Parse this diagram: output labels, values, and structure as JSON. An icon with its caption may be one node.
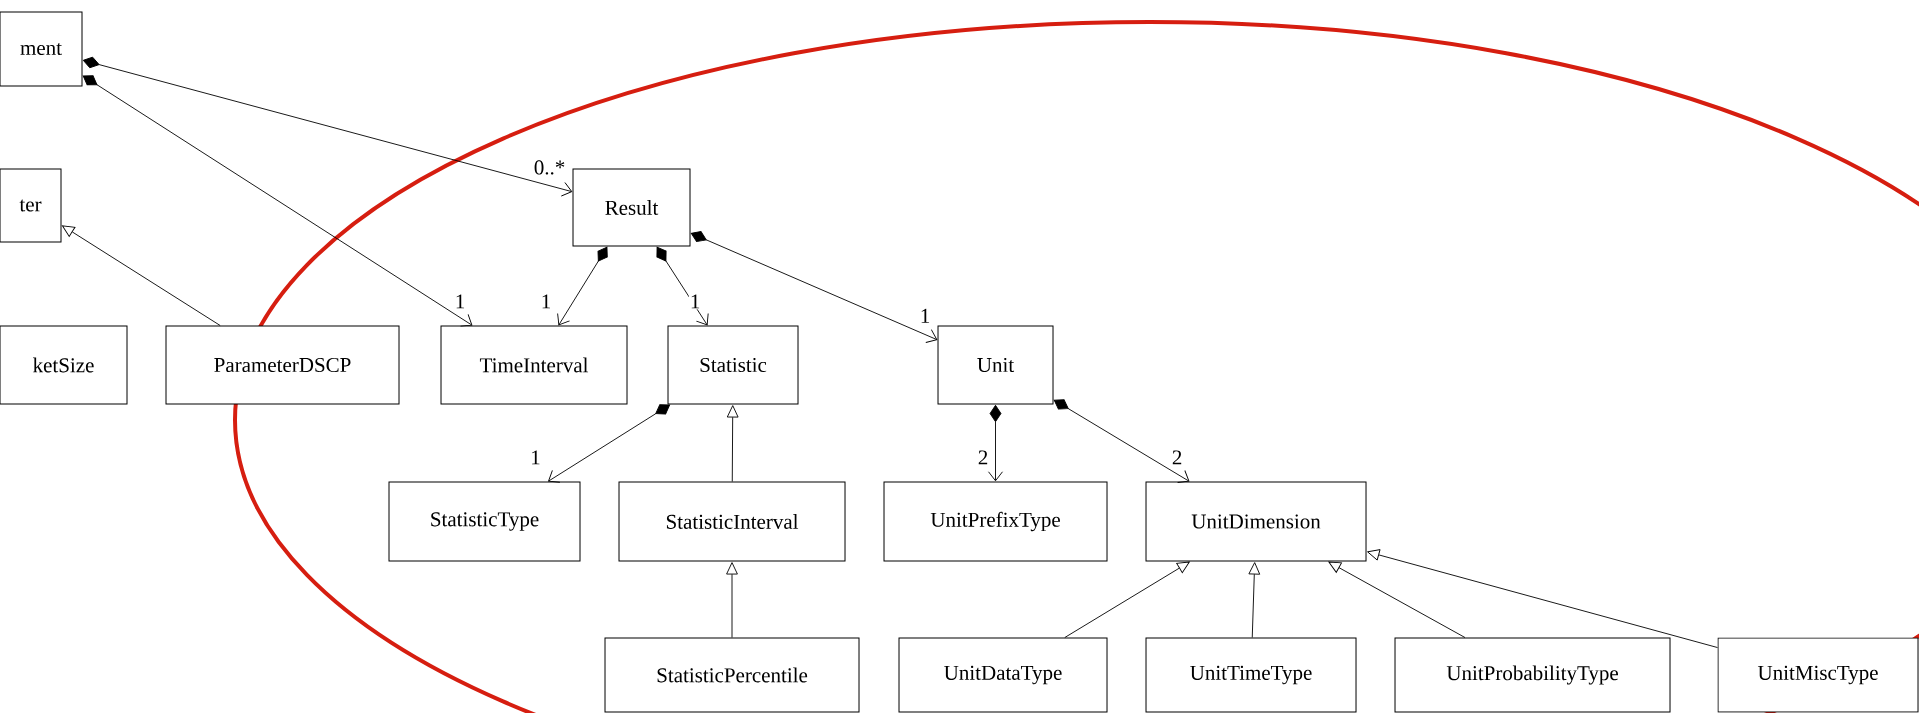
{
  "diagram": {
    "nodes": [
      {
        "text": [
          "ment"
        ]
      },
      {
        "text": [
          "ter"
        ]
      },
      {
        "text": [
          "ketSize"
        ]
      },
      {
        "text": [
          "ParameterDSCP"
        ]
      },
      {
        "text": [
          "TimeInterval"
        ]
      },
      {
        "text": [
          "Result"
        ]
      },
      {
        "text": [
          "Statistic"
        ]
      },
      {
        "text": [
          "Unit"
        ]
      },
      {
        "text": [
          "StatisticType"
        ]
      },
      {
        "text": [
          "StatisticInterval"
        ]
      },
      {
        "text": [
          "UnitPrefixType"
        ]
      },
      {
        "text": [
          "UnitDimension"
        ]
      },
      {
        "text": [
          "StatisticPercentile"
        ]
      },
      {
        "text": [
          "UnitDataType"
        ]
      },
      {
        "text": [
          "UnitTimeType"
        ]
      },
      {
        "text": [
          "UnitProbabilityType"
        ]
      },
      {
        "text": [
          "UnitMiscType"
        ]
      }
    ],
    "edges": [
      {
        "from": 0,
        "to": 5,
        "arrow": "to",
        "label": "0..*"
      },
      {
        "from": 0,
        "to": 4,
        "arrow": "to",
        "label": "1"
      },
      {
        "from": 3,
        "to": 1,
        "arrow": "to"
      },
      {
        "from": 5,
        "to": 4,
        "arrow": "to",
        "label": "1"
      },
      {
        "from": 5,
        "to": 6,
        "arrow": "to",
        "label": "1"
      },
      {
        "from": 5,
        "to": 7,
        "arrow": "to",
        "label": "1"
      },
      {
        "from": 6,
        "to": 8,
        "arrow": "to",
        "label": "1"
      },
      {
        "from": 9,
        "to": 6,
        "arrow": "to"
      },
      {
        "from": 12,
        "to": 9,
        "arrow": "to"
      },
      {
        "from": 7,
        "to": 10,
        "arrow": "to",
        "label": "2"
      },
      {
        "from": 7,
        "to": 11,
        "arrow": "to",
        "label": "2"
      },
      {
        "from": 13,
        "to": 11,
        "arrow": "to"
      },
      {
        "from": 14,
        "to": 11,
        "arrow": "to"
      },
      {
        "from": 15,
        "to": 11,
        "arrow": "to"
      },
      {
        "from": 16,
        "to": 11,
        "arrow": "to"
      }
    ]
  }
}
